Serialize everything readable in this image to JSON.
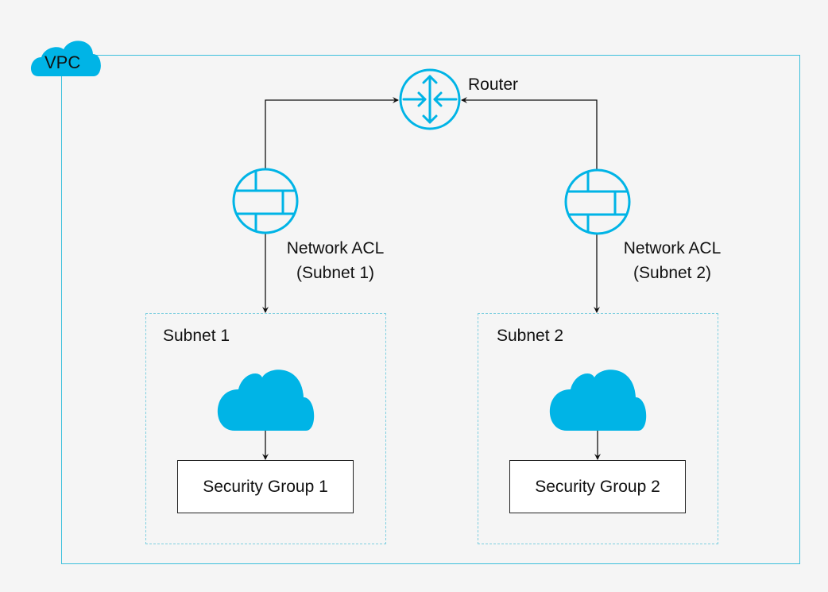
{
  "diagram": {
    "vpc": {
      "label": "VPC",
      "icon": "cloud-icon"
    },
    "router": {
      "label": "Router",
      "icon": "router-icon"
    },
    "acls": [
      {
        "line1": "Network ACL",
        "line2": "(Subnet 1)",
        "icon": "firewall-icon"
      },
      {
        "line1": "Network ACL",
        "line2": "(Subnet 2)",
        "icon": "firewall-icon"
      }
    ],
    "subnets": [
      {
        "label": "Subnet 1",
        "security_group": "Security Group 1",
        "icon": "cloud-icon"
      },
      {
        "label": "Subnet 2",
        "security_group": "Security Group 2",
        "icon": "cloud-icon"
      }
    ],
    "colors": {
      "accent": "#00b4e6",
      "vpc_border": "#3cc0dc",
      "subnet_border": "#7fcfe0",
      "line": "#111111",
      "background": "#f5f5f5"
    }
  }
}
